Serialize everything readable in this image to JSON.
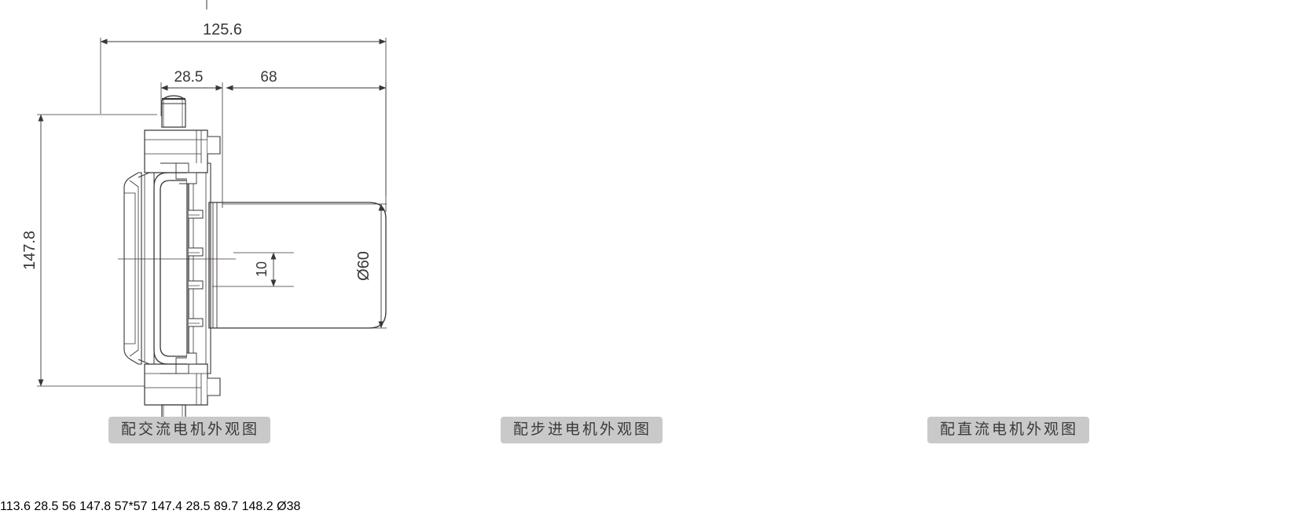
{
  "page": {
    "title": "泵体配不同电机外观尺寸图",
    "background_color": "#ffffff",
    "line_color": "#3a3634",
    "caption_bg_color": "#c9c9c9",
    "caption_text_color": "#3a3a3a"
  },
  "drawings": [
    {
      "id": "ac-motor",
      "caption": "配交流电机外观图",
      "motor_type": "AC motor",
      "dimensions": {
        "overall_length": "125.6",
        "port_offset": "28.5",
        "motor_length": "68",
        "overall_height": "147.8",
        "shaft_step": "10",
        "motor_diameter": "Ø60"
      },
      "dimension_list": [
        {
          "label": "125.6",
          "kind": "horizontal",
          "name": "overall-length"
        },
        {
          "label": "28.5",
          "kind": "horizontal",
          "name": "port-offset"
        },
        {
          "label": "68",
          "kind": "horizontal",
          "name": "motor-length"
        },
        {
          "label": "147.8",
          "kind": "vertical",
          "name": "overall-height"
        },
        {
          "label": "10",
          "kind": "vertical",
          "name": "shaft-step"
        },
        {
          "label": "Ø60",
          "kind": "vertical",
          "name": "motor-diameter"
        }
      ]
    },
    {
      "id": "stepper-motor",
      "caption": "配步进电机外观图",
      "motor_type": "Stepper motor",
      "dimensions": {
        "overall_length": "113.6",
        "port_offset": "28.5",
        "motor_length": "56",
        "overall_height": "147.8",
        "motor_section": "57*57"
      },
      "dimension_list": [
        {
          "label": "113.6",
          "kind": "horizontal",
          "name": "overall-length"
        },
        {
          "label": "28.5",
          "kind": "horizontal",
          "name": "port-offset"
        },
        {
          "label": "56",
          "kind": "horizontal",
          "name": "motor-length"
        },
        {
          "label": "147.8",
          "kind": "vertical",
          "name": "overall-height"
        },
        {
          "label": "57*57",
          "kind": "vertical",
          "name": "motor-section"
        }
      ]
    },
    {
      "id": "dc-motor",
      "caption": "配直流电机外观图",
      "motor_type": "DC motor",
      "dimensions": {
        "overall_length": "147.4",
        "port_offset": "28.5",
        "motor_length": "89.7",
        "overall_height": "148.2",
        "motor_diameter": "Ø38"
      },
      "dimension_list": [
        {
          "label": "147.4",
          "kind": "horizontal",
          "name": "overall-length"
        },
        {
          "label": "28.5",
          "kind": "horizontal",
          "name": "port-offset"
        },
        {
          "label": "89.7",
          "kind": "horizontal",
          "name": "motor-length"
        },
        {
          "label": "148.2",
          "kind": "vertical",
          "name": "overall-height"
        },
        {
          "label": "Ø38",
          "kind": "vertical",
          "name": "motor-diameter"
        }
      ]
    }
  ],
  "labels": {
    "d1_len": "125.6",
    "d1_off": "28.5",
    "d1_motor": "68",
    "d1_h": "147.8",
    "d1_step": "10",
    "d1_dia": "Ø60",
    "d2_len": "113.6",
    "d2_off": "28.5",
    "d2_motor": "56",
    "d2_h": "147.8",
    "d2_sec": "57*57",
    "d3_len": "147.4",
    "d3_off": "28.5",
    "d3_motor": "89.7",
    "d3_h": "148.2",
    "d3_dia": "Ø38",
    "cap1": "配交流电机外观图",
    "cap2": "配步进电机外观图",
    "cap3": "配直流电机外观图"
  }
}
